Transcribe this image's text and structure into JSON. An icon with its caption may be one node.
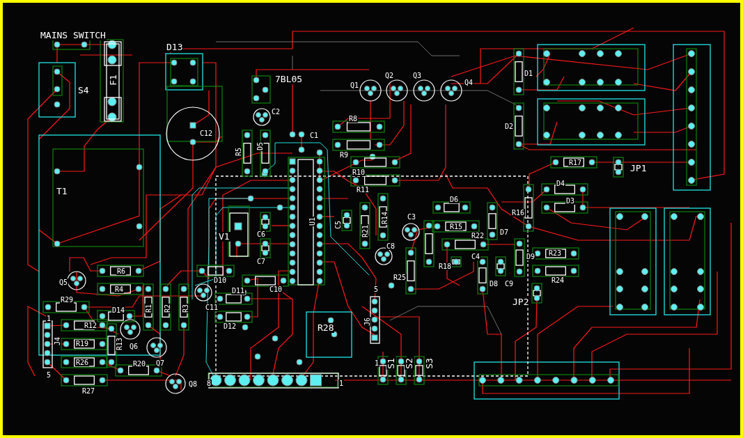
{
  "diagram": {
    "labels": [
      "MAINS SWITCH",
      "D13",
      "S4",
      "F1",
      "7BL05",
      "Q1",
      "Q2",
      "Q3",
      "Q4",
      "D1",
      "C12",
      "C2",
      "C1",
      "R8",
      "D2",
      "R5",
      "D5",
      "R9",
      "R17",
      "JP1",
      "R10",
      "T1",
      "R11",
      "D4",
      "D6",
      "R16",
      "D3",
      "V1",
      "C6",
      "U1",
      "C5",
      "R21",
      "R14",
      "C3",
      "R15",
      "R22",
      "D7",
      "C7",
      "C8",
      "R18",
      "C4",
      "D9",
      "R23",
      "Q5",
      "R6",
      "D10",
      "R25",
      "D8",
      "C9",
      "R24",
      "R4",
      "D11",
      "C10",
      "5",
      "R29",
      "D14",
      "R1",
      "R2",
      "R3",
      "C11",
      "JP2",
      "1",
      "R12",
      "D12",
      "R28",
      "J6",
      "J4",
      "R19",
      "R13",
      "Q6",
      "R26",
      "R20",
      "Q7",
      "1",
      "S1",
      "S2",
      "S3",
      "5",
      "R27",
      "Q8",
      "8",
      "1"
    ]
  }
}
